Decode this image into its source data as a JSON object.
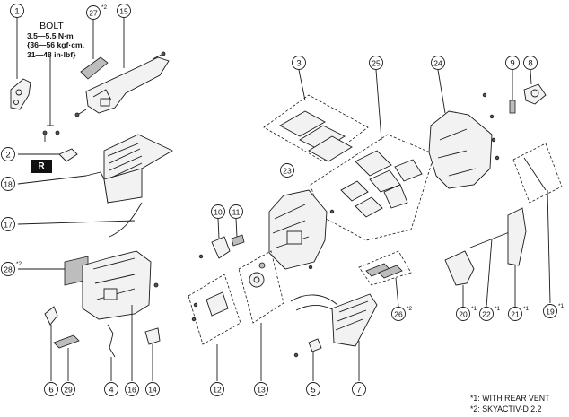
{
  "torque_spec": {
    "title": "BOLT",
    "line1": "3.5—5.5 N·m",
    "line2": "{36—56 kgf·cm,",
    "line3": "31—48 in·lbf}"
  },
  "r_badge": "R",
  "footnotes": {
    "note1": "*1: WITH REAR VENT",
    "note2": "*2: SKYACTIV-D 2.2"
  },
  "callouts": [
    {
      "id": "1",
      "sup": ""
    },
    {
      "id": "27",
      "sup": "*2"
    },
    {
      "id": "15",
      "sup": ""
    },
    {
      "id": "3",
      "sup": ""
    },
    {
      "id": "25",
      "sup": ""
    },
    {
      "id": "24",
      "sup": ""
    },
    {
      "id": "9",
      "sup": ""
    },
    {
      "id": "8",
      "sup": ""
    },
    {
      "id": "2",
      "sup": ""
    },
    {
      "id": "18",
      "sup": ""
    },
    {
      "id": "23",
      "sup": ""
    },
    {
      "id": "17",
      "sup": ""
    },
    {
      "id": "10",
      "sup": ""
    },
    {
      "id": "11",
      "sup": ""
    },
    {
      "id": "28",
      "sup": "*2"
    },
    {
      "id": "19",
      "sup": "*1"
    },
    {
      "id": "26",
      "sup": "*2"
    },
    {
      "id": "20",
      "sup": "*1"
    },
    {
      "id": "22",
      "sup": "*1"
    },
    {
      "id": "21",
      "sup": "*1"
    },
    {
      "id": "6",
      "sup": ""
    },
    {
      "id": "29",
      "sup": ""
    },
    {
      "id": "4",
      "sup": ""
    },
    {
      "id": "16",
      "sup": ""
    },
    {
      "id": "14",
      "sup": ""
    },
    {
      "id": "12",
      "sup": ""
    },
    {
      "id": "13",
      "sup": ""
    },
    {
      "id": "5",
      "sup": ""
    },
    {
      "id": "7",
      "sup": ""
    }
  ],
  "colors": {
    "line": "#1a1a1a",
    "part_fill": "#f2f2f2",
    "part_shade": "#bdbdbd",
    "badge": "#111111"
  }
}
